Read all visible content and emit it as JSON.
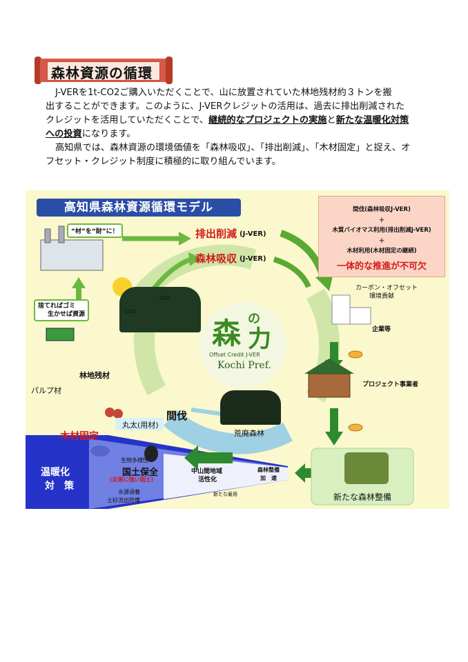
{
  "section_title": "森林資源の循環",
  "para1": {
    "line1": "J-VERを1t-CO2ご購入いただくことで、山に放置されていた林地残材約３トンを搬",
    "line2": "出することができます。このように、J-VERクレジットの活用は、過去に排出削減された",
    "line3_a": "クレジットを活用していただくことで、",
    "line3_b": "継続的なプロジェクトの実施",
    "line3_c": "と",
    "line3_d": "新たな温暖化対策",
    "line4_a": "への投資",
    "line4_b": "になります。"
  },
  "para2": {
    "line1": "高知県では、森林資源の環境価値を「森林吸収」、「排出削減」、「木材固定」と捉え、オ",
    "line2": "フセット・クレジット制度に積極的に取り組んでいます。"
  },
  "diagram": {
    "title": "高知県森林資源循環モデル",
    "slogan": "“材”を“財”に！",
    "emission_reduction": "排出削減",
    "emission_reduction_suffix": "(J-VER)",
    "forest_absorption": "森林吸収",
    "forest_absorption_suffix": "(J-VER)",
    "pink_line1": "間伐(森林吸収J-VER)",
    "pink_plus1": "＋",
    "pink_line2": "木質バイオマス利用(排出削減J-VER)",
    "pink_plus2": "＋",
    "pink_line3": "木材利用(木材固定の継続)",
    "pink_slogan": "一体的な推進が不可欠",
    "carbon_offset_1": "カーボン・オフセット",
    "carbon_offset_2": "環境貢献",
    "company": "企業等",
    "trash_1": "捨てればゴミ",
    "trash_2": "生かせば資源",
    "offset_credit": "Offset Credit  J-VER",
    "kochi": "Kochi Pref.",
    "co2": "CO2",
    "forest_residue": "林地残材",
    "pulp": "パルプ材",
    "project_operator": "プロジェクト事業者",
    "logs": "丸太(用材)",
    "thinning": "間伐",
    "waste_forest": "荒廃森林",
    "wood_fixation": "木材固定",
    "warming_1": "温暖化",
    "warming_2": "対　策",
    "biodiversity": "生物多様性",
    "land_conservation": "国土保全",
    "disaster_resilient": "(災害に強い国土)",
    "water": "水源涵養",
    "erosion": "土砂流出防備",
    "mountain_1": "中山間地域",
    "mountain_2": "活性化",
    "new_jobs": "新たな雇用",
    "forest_acc_1": "森林整備",
    "forest_acc_2": "加　速",
    "new_forest": "新たな森林整備"
  }
}
